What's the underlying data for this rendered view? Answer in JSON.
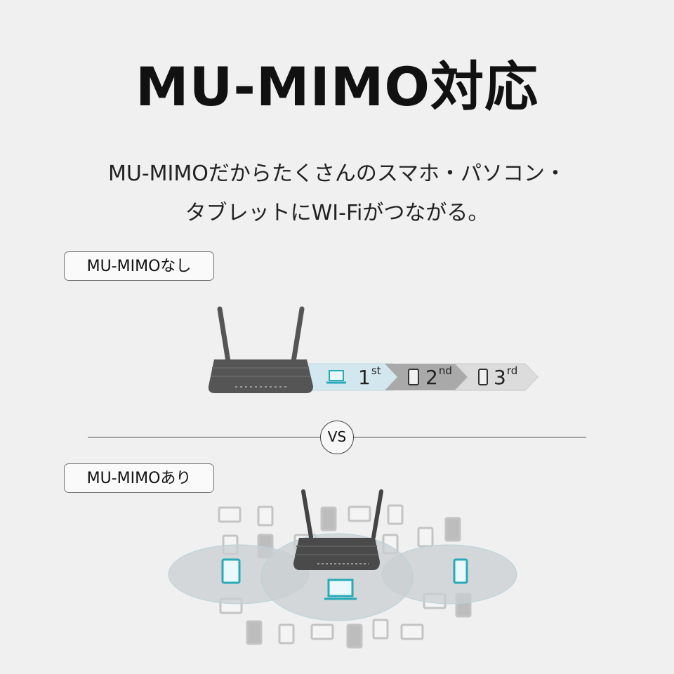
{
  "title": "MU-MIMO対応",
  "subtitle": {
    "line1": "MU-MIMOだからたくさんのスマホ・パソコン・",
    "line2": "タブレットにWI-Fiがつながる。"
  },
  "without_label": "MU-MIMOなし",
  "with_label": "MU-MIMOあり",
  "vs_label": "VS",
  "queue": [
    {
      "num": "1",
      "suffix": "st",
      "device": "laptop-icon"
    },
    {
      "num": "2",
      "suffix": "nd",
      "device": "tablet-icon"
    },
    {
      "num": "3",
      "suffix": "rd",
      "device": "phone-icon"
    }
  ],
  "colors": {
    "accent": "#2aa9b8",
    "router": "#4a4a4a",
    "band_active": "#d3e8ee",
    "band_2": "#a9a9a9",
    "band_3": "#dcdcdc"
  }
}
